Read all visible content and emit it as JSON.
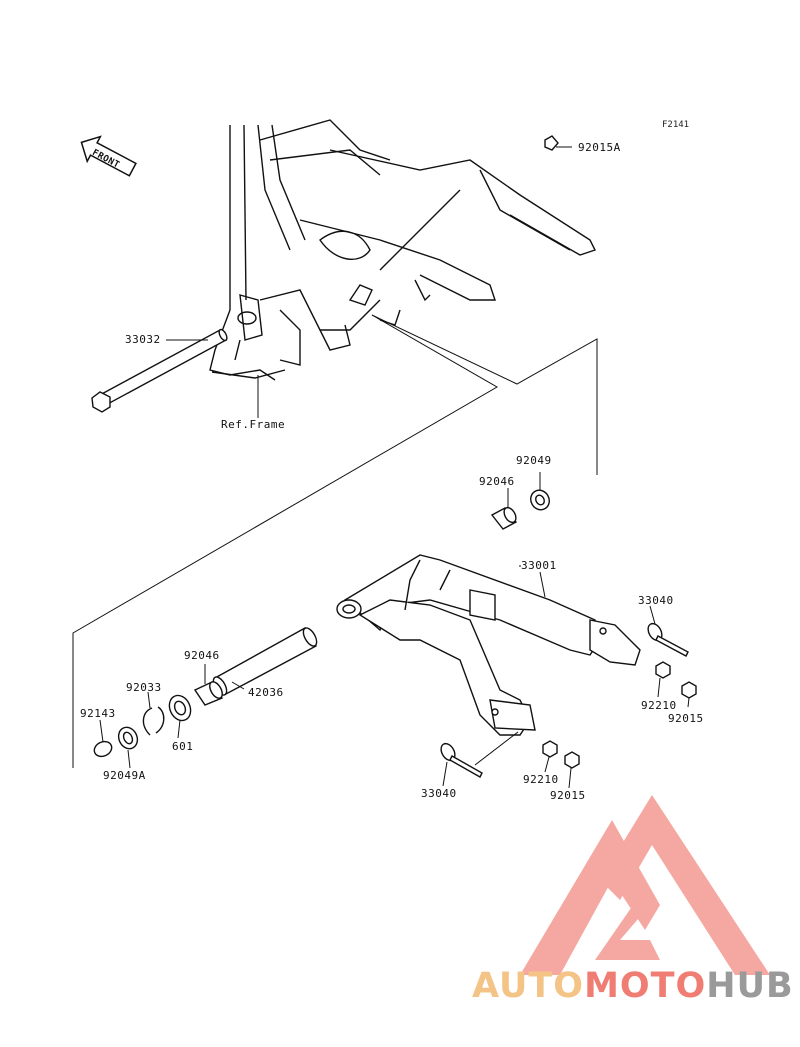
{
  "figure_code": "F2141",
  "front_tag": "FRONT",
  "reference_note": "Ref.Frame",
  "parts": [
    {
      "id": "p-92015a",
      "number": "92015A"
    },
    {
      "id": "p-33032",
      "number": "33032"
    },
    {
      "id": "p-92049-top",
      "number": "92049"
    },
    {
      "id": "p-92046-top",
      "number": "92046"
    },
    {
      "id": "p-33001",
      "number": "33001"
    },
    {
      "id": "p-33040-right",
      "number": "33040"
    },
    {
      "id": "p-92210-right",
      "number": "92210"
    },
    {
      "id": "p-92015-right",
      "number": "92015"
    },
    {
      "id": "p-92046-left",
      "number": "92046"
    },
    {
      "id": "p-42036",
      "number": "42036"
    },
    {
      "id": "p-92033",
      "number": "92033"
    },
    {
      "id": "p-601",
      "number": "601"
    },
    {
      "id": "p-92143",
      "number": "92143"
    },
    {
      "id": "p-92049a",
      "number": "92049A"
    },
    {
      "id": "p-33040-bottom",
      "number": "33040"
    },
    {
      "id": "p-92210-bottom",
      "number": "92210"
    },
    {
      "id": "p-92015-bottom",
      "number": "92015"
    }
  ],
  "watermark": {
    "brand_part1": "AUTO",
    "brand_part2": "MOTO",
    "brand_part3": "HUB",
    "color_logo": "#f28b82",
    "color_auto": "#f4c486",
    "color_moto": "#f07d73",
    "color_hub": "#9a9a9a"
  }
}
